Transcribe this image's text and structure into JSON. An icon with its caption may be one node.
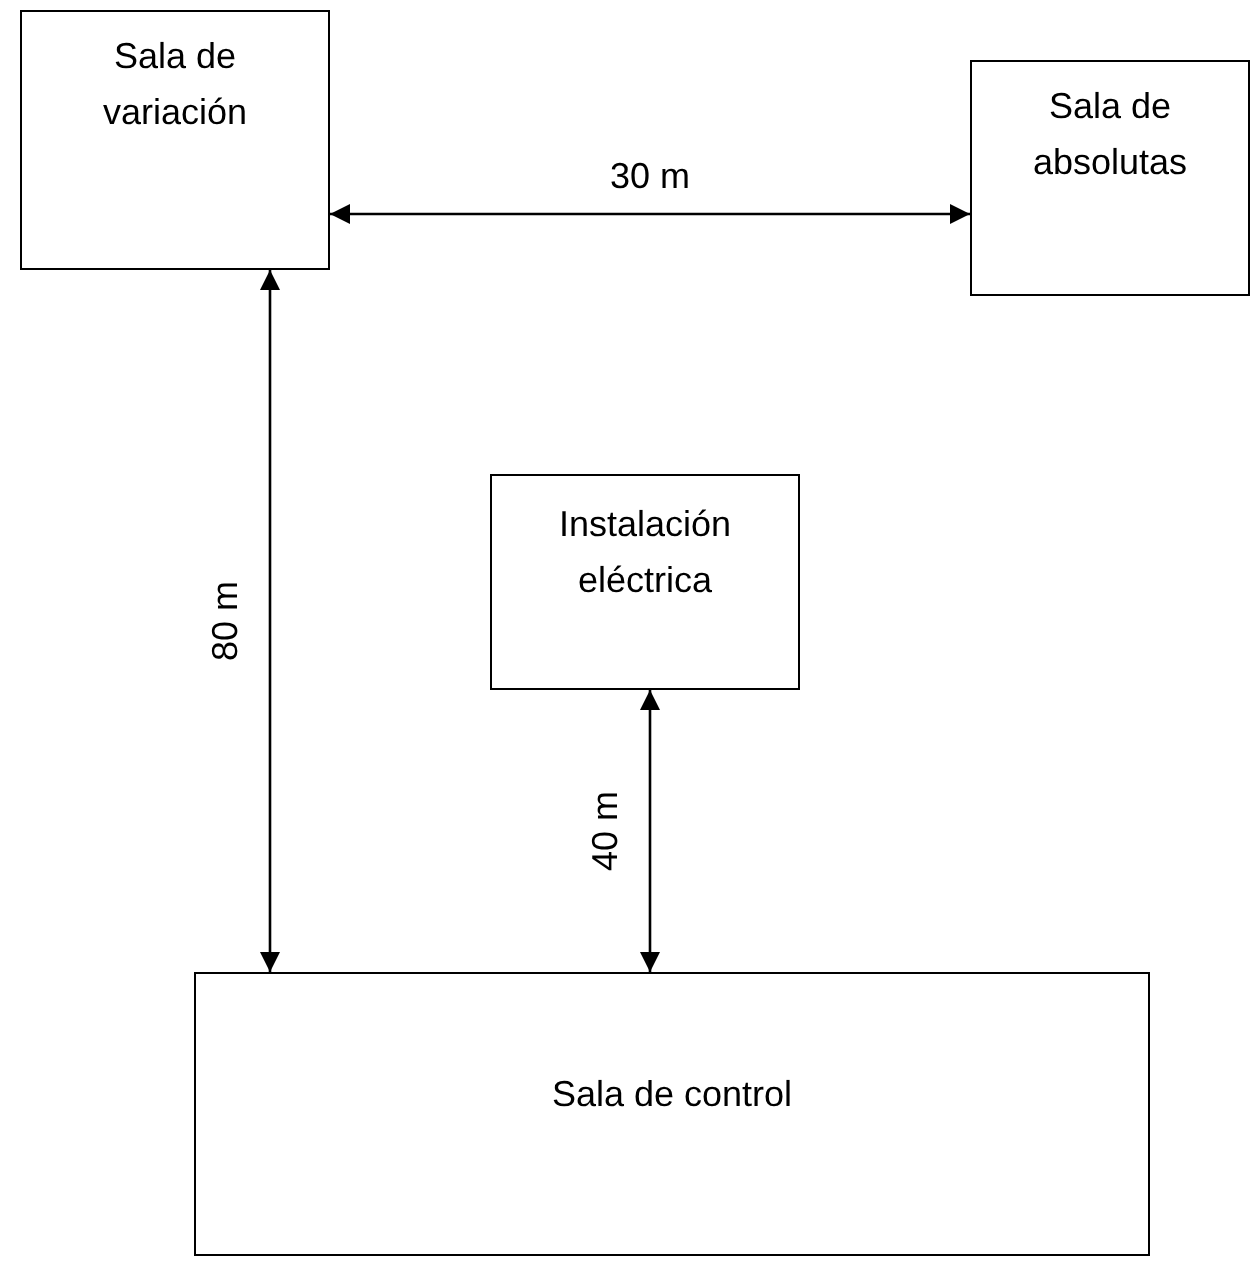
{
  "diagram": {
    "nodes": [
      {
        "text": [
          "Sala de variación"
        ]
      },
      {
        "text": [
          "Sala de absolutas"
        ]
      },
      {
        "text": [
          "Instalación eléctrica"
        ]
      },
      {
        "text": [
          "Sala de control"
        ]
      }
    ],
    "edges": [
      {
        "from": 0,
        "to": 1,
        "arrow": "both",
        "label": "30 m"
      },
      {
        "from": 0,
        "to": 3,
        "arrow": "both",
        "label": "80 m"
      },
      {
        "from": 2,
        "to": 3,
        "arrow": "both",
        "label": "40 m"
      }
    ]
  }
}
